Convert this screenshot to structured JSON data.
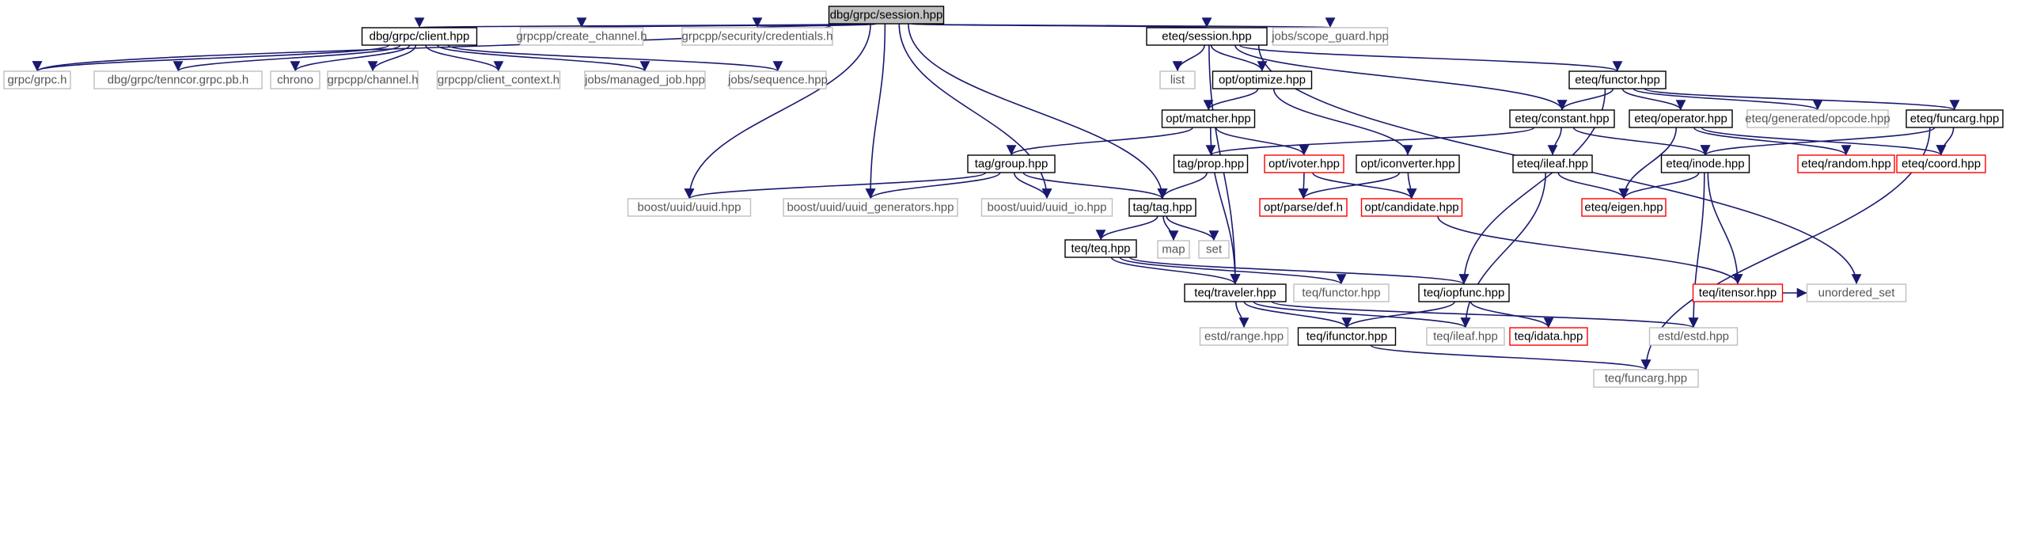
{
  "graph": {
    "colors": {
      "edge": "#191970",
      "documented_border": "#000000",
      "external_border": "#bfbfbf",
      "truncated_border": "#ff0000",
      "root_fill": "#bfbfbf"
    },
    "nodes": [
      {
        "id": "root",
        "label": "dbg/grpc/session.hpp",
        "kind": "root"
      },
      {
        "id": "client",
        "label": "dbg/grpc/client.hpp",
        "kind": "doc"
      },
      {
        "id": "create_channel",
        "label": "grpcpp/create_channel.h",
        "kind": "ext"
      },
      {
        "id": "credentials",
        "label": "grpcpp/security/credentials.h",
        "kind": "ext"
      },
      {
        "id": "eteq_session",
        "label": "eteq/session.hpp",
        "kind": "doc"
      },
      {
        "id": "scope_guard",
        "label": "jobs/scope_guard.hpp",
        "kind": "ext"
      },
      {
        "id": "grpc_h",
        "label": "grpc/grpc.h",
        "kind": "ext"
      },
      {
        "id": "tenncor_pb",
        "label": "dbg/grpc/tenncor.grpc.pb.h",
        "kind": "ext"
      },
      {
        "id": "chrono",
        "label": "chrono",
        "kind": "ext"
      },
      {
        "id": "channel",
        "label": "grpcpp/channel.h",
        "kind": "ext"
      },
      {
        "id": "client_context",
        "label": "grpcpp/client_context.h",
        "kind": "ext"
      },
      {
        "id": "managed_job",
        "label": "jobs/managed_job.hpp",
        "kind": "ext"
      },
      {
        "id": "sequence",
        "label": "jobs/sequence.hpp",
        "kind": "ext"
      },
      {
        "id": "list",
        "label": "list",
        "kind": "ext"
      },
      {
        "id": "optimize",
        "label": "opt/optimize.hpp",
        "kind": "doc"
      },
      {
        "id": "functor",
        "label": "eteq/functor.hpp",
        "kind": "doc"
      },
      {
        "id": "matcher",
        "label": "opt/matcher.hpp",
        "kind": "doc"
      },
      {
        "id": "constant",
        "label": "eteq/constant.hpp",
        "kind": "doc"
      },
      {
        "id": "operator",
        "label": "eteq/operator.hpp",
        "kind": "doc"
      },
      {
        "id": "opcode",
        "label": "eteq/generated/opcode.hpp",
        "kind": "ext"
      },
      {
        "id": "funcarg",
        "label": "eteq/funcarg.hpp",
        "kind": "doc"
      },
      {
        "id": "group",
        "label": "tag/group.hpp",
        "kind": "doc"
      },
      {
        "id": "prop",
        "label": "tag/prop.hpp",
        "kind": "doc"
      },
      {
        "id": "ivoter",
        "label": "opt/ivoter.hpp",
        "kind": "trunc"
      },
      {
        "id": "iconverter",
        "label": "opt/iconverter.hpp",
        "kind": "doc"
      },
      {
        "id": "ileaf",
        "label": "eteq/ileaf.hpp",
        "kind": "doc"
      },
      {
        "id": "inode",
        "label": "eteq/inode.hpp",
        "kind": "doc"
      },
      {
        "id": "random",
        "label": "eteq/random.hpp",
        "kind": "trunc"
      },
      {
        "id": "coord",
        "label": "eteq/coord.hpp",
        "kind": "trunc"
      },
      {
        "id": "uuid",
        "label": "boost/uuid/uuid.hpp",
        "kind": "ext"
      },
      {
        "id": "uuid_gen",
        "label": "boost/uuid/uuid_generators.hpp",
        "kind": "ext"
      },
      {
        "id": "uuid_io",
        "label": "boost/uuid/uuid_io.hpp",
        "kind": "ext"
      },
      {
        "id": "tag",
        "label": "tag/tag.hpp",
        "kind": "doc"
      },
      {
        "id": "parse_def",
        "label": "opt/parse/def.h",
        "kind": "trunc"
      },
      {
        "id": "candidate",
        "label": "opt/candidate.hpp",
        "kind": "trunc"
      },
      {
        "id": "eigen",
        "label": "eteq/eigen.hpp",
        "kind": "trunc"
      },
      {
        "id": "map",
        "label": "map",
        "kind": "ext"
      },
      {
        "id": "set",
        "label": "set",
        "kind": "ext"
      },
      {
        "id": "teq",
        "label": "teq/teq.hpp",
        "kind": "doc"
      },
      {
        "id": "itensor",
        "label": "teq/itensor.hpp",
        "kind": "trunc"
      },
      {
        "id": "traveler",
        "label": "teq/traveler.hpp",
        "kind": "doc"
      },
      {
        "id": "teq_functor",
        "label": "teq/functor.hpp",
        "kind": "ext"
      },
      {
        "id": "iopfunc",
        "label": "teq/iopfunc.hpp",
        "kind": "doc"
      },
      {
        "id": "unordered_set",
        "label": "unordered_set",
        "kind": "ext"
      },
      {
        "id": "range",
        "label": "estd/range.hpp",
        "kind": "ext"
      },
      {
        "id": "ifunctor",
        "label": "teq/ifunctor.hpp",
        "kind": "doc"
      },
      {
        "id": "teq_ileaf",
        "label": "teq/ileaf.hpp",
        "kind": "ext"
      },
      {
        "id": "idata",
        "label": "teq/idata.hpp",
        "kind": "trunc"
      },
      {
        "id": "estd",
        "label": "estd/estd.hpp",
        "kind": "ext"
      },
      {
        "id": "teq_funcarg",
        "label": "teq/funcarg.hpp",
        "kind": "ext"
      }
    ],
    "edges": [
      [
        "root",
        "grpc_h"
      ],
      [
        "root",
        "client"
      ],
      [
        "root",
        "create_channel"
      ],
      [
        "root",
        "credentials"
      ],
      [
        "root",
        "eteq_session"
      ],
      [
        "root",
        "scope_guard"
      ],
      [
        "root",
        "uuid"
      ],
      [
        "root",
        "uuid_gen"
      ],
      [
        "root",
        "uuid_io"
      ],
      [
        "root",
        "tag"
      ],
      [
        "client",
        "grpc_h"
      ],
      [
        "client",
        "tenncor_pb"
      ],
      [
        "client",
        "chrono"
      ],
      [
        "client",
        "channel"
      ],
      [
        "client",
        "client_context"
      ],
      [
        "client",
        "managed_job"
      ],
      [
        "client",
        "sequence"
      ],
      [
        "eteq_session",
        "list"
      ],
      [
        "eteq_session",
        "optimize"
      ],
      [
        "eteq_session",
        "functor"
      ],
      [
        "eteq_session",
        "constant"
      ],
      [
        "eteq_session",
        "traveler"
      ],
      [
        "eteq_session",
        "unordered_set"
      ],
      [
        "optimize",
        "matcher"
      ],
      [
        "optimize",
        "iconverter"
      ],
      [
        "matcher",
        "group"
      ],
      [
        "matcher",
        "ivoter"
      ],
      [
        "matcher",
        "traveler"
      ],
      [
        "functor",
        "constant"
      ],
      [
        "functor",
        "operator"
      ],
      [
        "functor",
        "opcode"
      ],
      [
        "functor",
        "funcarg"
      ],
      [
        "functor",
        "iopfunc"
      ],
      [
        "constant",
        "prop"
      ],
      [
        "constant",
        "ileaf"
      ],
      [
        "constant",
        "inode"
      ],
      [
        "operator",
        "eigen"
      ],
      [
        "operator",
        "random"
      ],
      [
        "operator",
        "coord"
      ],
      [
        "funcarg",
        "inode"
      ],
      [
        "funcarg",
        "coord"
      ],
      [
        "funcarg",
        "teq_funcarg"
      ],
      [
        "group",
        "uuid"
      ],
      [
        "group",
        "uuid_gen"
      ],
      [
        "group",
        "uuid_io"
      ],
      [
        "group",
        "tag"
      ],
      [
        "prop",
        "tag"
      ],
      [
        "ivoter",
        "parse_def"
      ],
      [
        "ivoter",
        "candidate"
      ],
      [
        "iconverter",
        "parse_def"
      ],
      [
        "iconverter",
        "candidate"
      ],
      [
        "ileaf",
        "eigen"
      ],
      [
        "ileaf",
        "teq_ileaf"
      ],
      [
        "inode",
        "eigen"
      ],
      [
        "inode",
        "itensor"
      ],
      [
        "inode",
        "estd"
      ],
      [
        "candidate",
        "itensor"
      ],
      [
        "itensor",
        "unordered_set"
      ],
      [
        "tag",
        "map"
      ],
      [
        "tag",
        "set"
      ],
      [
        "tag",
        "teq"
      ],
      [
        "teq",
        "traveler"
      ],
      [
        "teq",
        "teq_functor"
      ],
      [
        "teq",
        "iopfunc"
      ],
      [
        "traveler",
        "range"
      ],
      [
        "traveler",
        "ifunctor"
      ],
      [
        "traveler",
        "teq_ileaf"
      ],
      [
        "traveler",
        "estd"
      ],
      [
        "iopfunc",
        "ifunctor"
      ],
      [
        "iopfunc",
        "idata"
      ],
      [
        "ifunctor",
        "teq_funcarg"
      ]
    ]
  }
}
